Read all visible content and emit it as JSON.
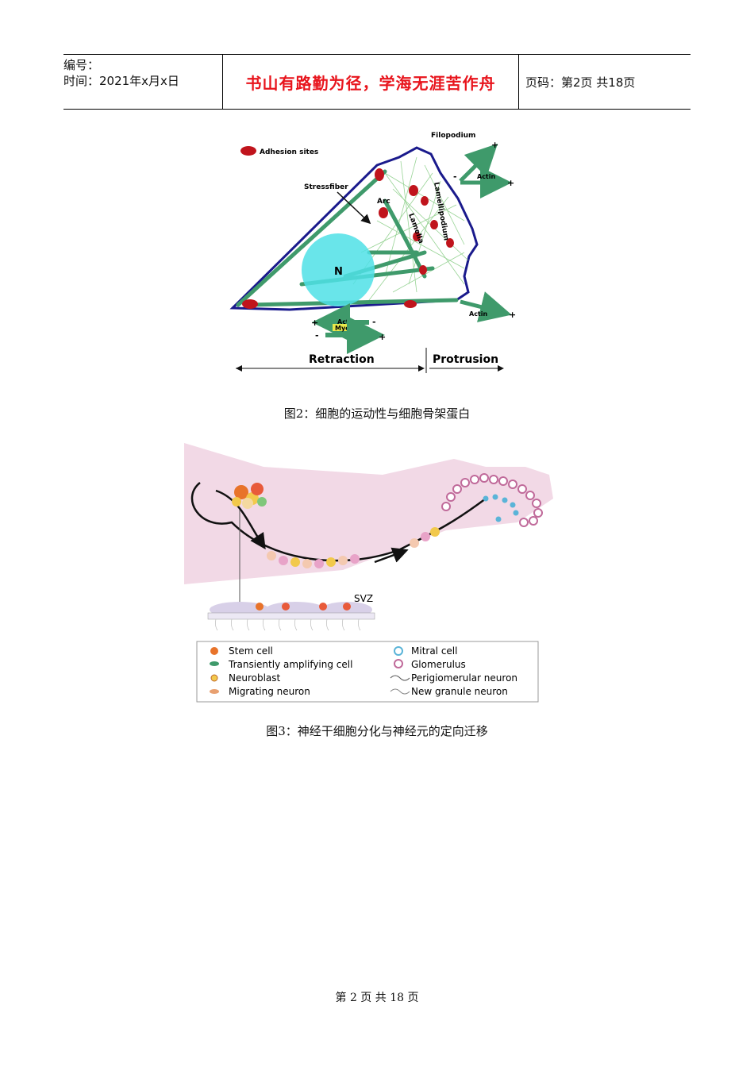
{
  "header": {
    "number_label": "编号：",
    "time_label": "时间：2021年x月x日",
    "motto": "书山有路勤为径，学海无涯苦作舟",
    "page_info": "页码：第2页  共18页"
  },
  "figure2": {
    "labels": {
      "adhesion": "Adhesion sites",
      "filopodium": "Filopodium",
      "stressfiber": "Stressfiber",
      "arc": "Arc",
      "lamella": "Lamella",
      "lamellipodium": "Lamellipodium",
      "nucleus": "N",
      "actin": "Actin",
      "myosin": "Myosin",
      "retraction": "Retraction",
      "protrusion": "Protrusion",
      "plus": "+",
      "minus": "-"
    },
    "caption": "图2：细胞的运动性与细胞骨架蛋白"
  },
  "figure3": {
    "svz": "SVZ",
    "legend_left": [
      "Stem cell",
      "Transiently amplifying cell",
      "Neuroblast",
      "Migrating neuron"
    ],
    "legend_right": [
      "Mitral cell",
      "Glomerulus",
      "Perigiomerular neuron",
      "New granule neuron"
    ],
    "caption": "图3：神经干细胞分化与神经元的定向迁移"
  },
  "footer": {
    "text": "第 2 页 共 18 页"
  },
  "colors": {
    "red_motto": "#e8141c",
    "actin_green": "#3f9a6b",
    "adhesion_red": "#c0141c",
    "nucleus_cyan": "#4fe0e6",
    "brain_pink": "#f2d9e6"
  }
}
